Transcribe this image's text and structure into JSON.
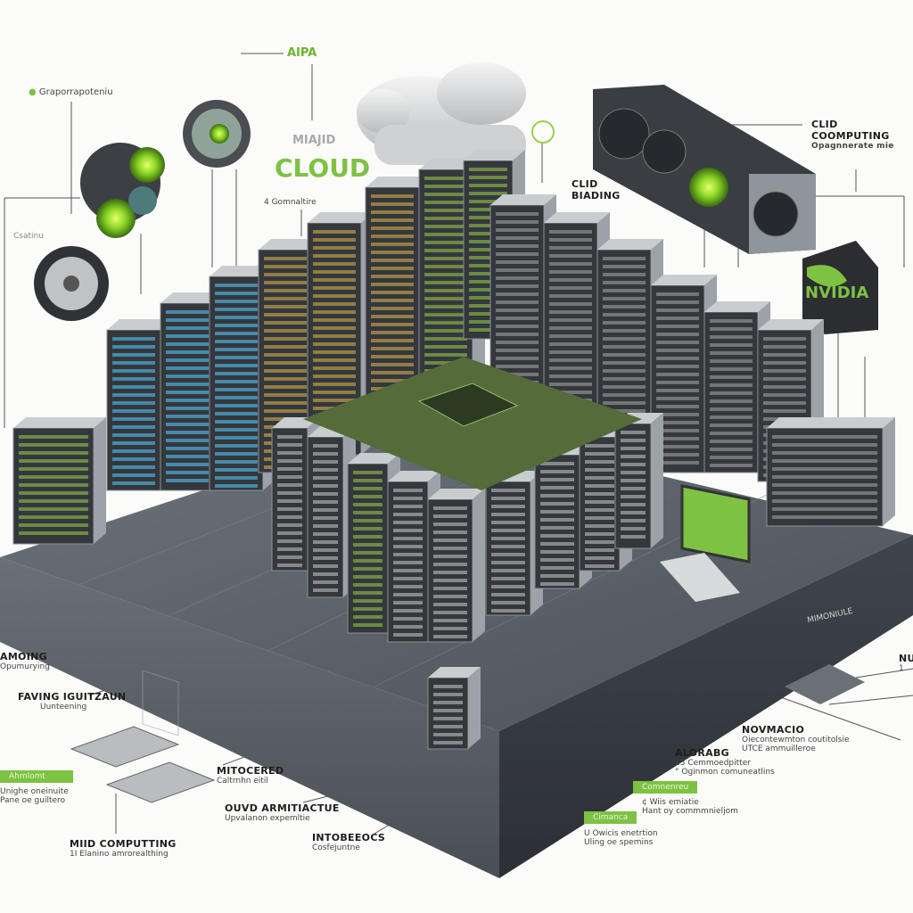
{
  "colors": {
    "accent_green": "#7dc242",
    "platform": "#5b6168",
    "rack": "#3a3d42",
    "background": "#fbfbfa"
  },
  "top": {
    "aipa": "AIPA",
    "legend_dot_label": "Graporrapoteniu",
    "cloud_small": "MIAJID",
    "cloud_big": "CLOUD",
    "gomnaltire": "4 Gomnaltire",
    "csatinu": "Csatinu"
  },
  "top_right": {
    "clid_biading": {
      "line1": "CLID",
      "line2": "BIADING"
    },
    "clid_computing": {
      "line1": "CLID",
      "line2": "COOMPUTING",
      "sub": "Opagnnerate mie"
    },
    "logo": "NVIDIA"
  },
  "platform_side": {
    "label": "MIMONIULE"
  },
  "bottom_left": [
    {
      "title": "AMOING",
      "sub": "Opumurying"
    },
    {
      "title": "FAVING IGUITZAUN",
      "sub": "Uunteening"
    },
    {
      "tag": "Ahmlomt",
      "sub1": "Unighe oneinuite",
      "sub2": "Pane oe guiltero"
    },
    {
      "title": "MIID COMPUTTING",
      "sub": "1I Elanino amrorealthing"
    }
  ],
  "bottom_center": [
    {
      "title": "MITOCERED",
      "sub": "Caltrnhn eitil"
    },
    {
      "title": "OUVD ARMITIACTUE",
      "sub": "Upvalanon expemltie"
    },
    {
      "title": "INTOBEEOCS",
      "sub": "Cosfejuntne"
    }
  ],
  "bottom_right": [
    {
      "title": "NOVMACIO",
      "sub1": "Oiecontewmton coutitolsie",
      "sub2": "UTCE ammuilleroe"
    },
    {
      "title": "ALORABG",
      "sub1": "13 Cemmoedpitter",
      "sub2": "° Oginmon comuneatlins"
    },
    {
      "tag": "Comnenreu",
      "sub1": "¢ Wiis emiatie",
      "sub2": "Hant oy commmnieljom"
    },
    {
      "tag": "Cimanca",
      "sub1": "U Owicis enetrtion",
      "sub2": "Uling oe spemins"
    },
    {
      "title": "NU",
      "sub": "1"
    }
  ]
}
